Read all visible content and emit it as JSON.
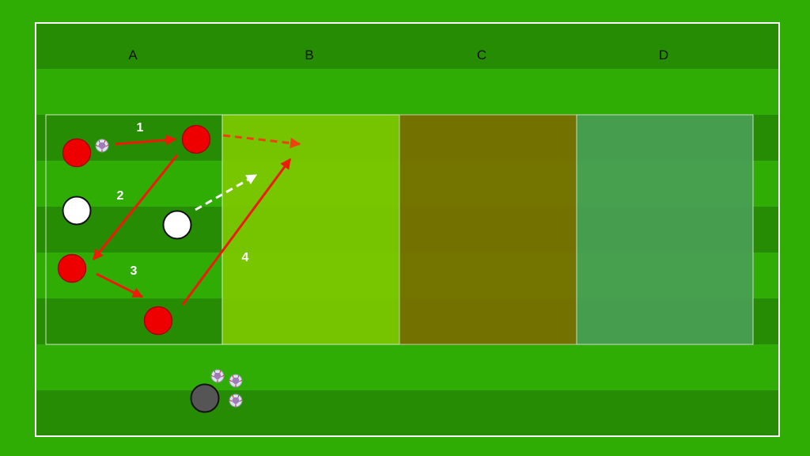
{
  "zones": [
    {
      "id": "a",
      "label": "A"
    },
    {
      "id": "b",
      "label": "B"
    },
    {
      "id": "c",
      "label": "C"
    },
    {
      "id": "d",
      "label": "D"
    }
  ],
  "steps": [
    {
      "id": "1",
      "label": "1"
    },
    {
      "id": "2",
      "label": "2"
    },
    {
      "id": "3",
      "label": "3"
    },
    {
      "id": "4",
      "label": "4"
    }
  ],
  "colors": {
    "pitch_light": "#2fad05",
    "pitch_dark": "#268c04",
    "zone_b": "#80c900",
    "zone_c": "#7a7000",
    "zone_d": "#4a9e55",
    "red_player": "#ee0000",
    "white_player": "#ffffff",
    "coach": "#555555",
    "pass_arrow": "#ee1a0a",
    "run_arrow_red": "#f04010",
    "run_arrow_white": "#ffffff"
  },
  "icons": {
    "ball": "soccer-ball-icon",
    "player": "circle-player-icon"
  }
}
